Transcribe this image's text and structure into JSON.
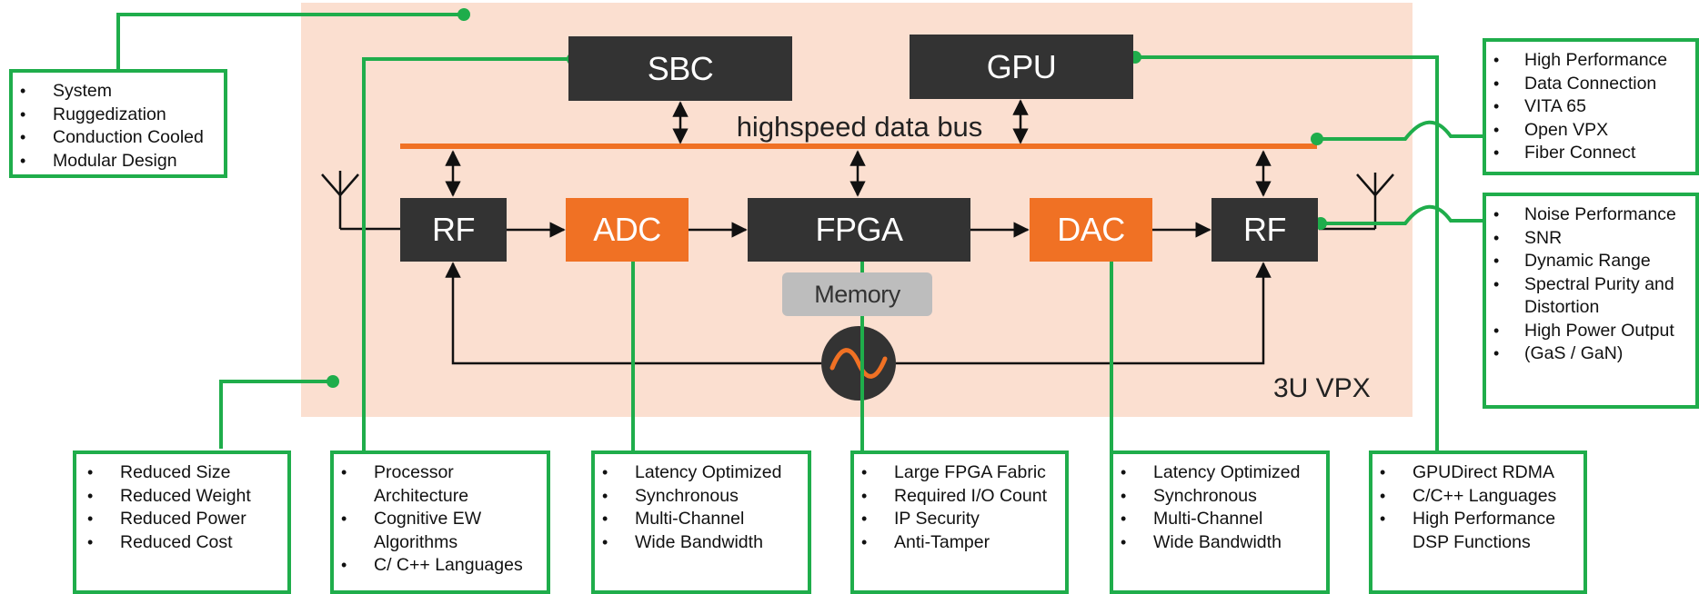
{
  "blocks": {
    "sbc": "SBC",
    "gpu": "GPU",
    "rf_left": "RF",
    "adc": "ADC",
    "fpga": "FPGA",
    "dac": "DAC",
    "rf_right": "RF",
    "memory": "Memory"
  },
  "bus_label": "highspeed data bus",
  "form_factor": "3U VPX",
  "colors": {
    "panel": "#fbdfd0",
    "dark_block": "#333333",
    "orange_block": "#f07124",
    "bus": "#f07124",
    "callout": "#1fad4b",
    "memory": "#bdbdbd"
  },
  "callouts": {
    "system": [
      "System",
      "Ruggedization",
      "Conduction Cooled",
      "Modular Design"
    ],
    "bus": [
      "High Performance",
      "Data Connection",
      "VITA 65",
      "Open VPX",
      "Fiber Connect"
    ],
    "rf": [
      "Noise Performance",
      "SNR",
      "Dynamic Range",
      "Spectral Purity and Distortion",
      "High Power Output",
      "(GaS / GaN)"
    ],
    "swap": [
      "Reduced Size",
      "Reduced Weight",
      "Reduced Power",
      "Reduced Cost"
    ],
    "sbc": [
      "Processor Architecture",
      "Cognitive EW Algorithms",
      "C/ C++ Languages"
    ],
    "adc": [
      "Latency Optimized",
      "Synchronous",
      "Multi-Channel",
      "Wide Bandwidth"
    ],
    "fpga": [
      "Large FPGA Fabric",
      "Required I/O Count",
      "IP Security",
      "Anti-Tamper"
    ],
    "dac": [
      "Latency Optimized",
      "Synchronous",
      "Multi-Channel",
      "Wide Bandwidth"
    ],
    "gpu": [
      "GPUDirect RDMA",
      "C/C++ Languages",
      "High Performance DSP Functions"
    ]
  },
  "icons": {
    "antenna": "antenna-icon",
    "oscillator": "oscillator-icon"
  }
}
